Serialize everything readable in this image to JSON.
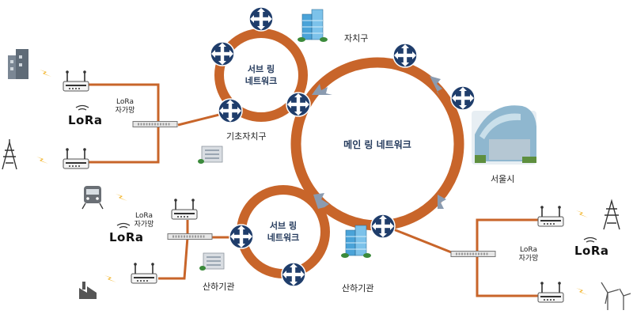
{
  "rings": {
    "main": {
      "label": "메인 링 네트워크"
    },
    "sub_top": {
      "label_line1": "서브 링",
      "label_line2": "네트워크"
    },
    "sub_bottom": {
      "label_line1": "서브 링",
      "label_line2": "네트워크"
    }
  },
  "locations": {
    "district": "자치구",
    "basic_district": "기초자치구",
    "seoul_city": "서울시",
    "affiliate_left": "산하기관",
    "affiliate_right": "산하기관"
  },
  "lora_groups": {
    "left_top": {
      "text_line1": "LoRa",
      "text_line2": "자가망",
      "logo": "LoRa"
    },
    "left_bottom": {
      "text_line1": "LoRa",
      "text_line2": "자가망",
      "logo": "LoRa"
    },
    "right": {
      "text_line1": "LoRa",
      "text_line2": "자가망",
      "logo": "LoRa"
    }
  },
  "colors": {
    "ring": "#c8652a",
    "link": "#c8652a",
    "router": "#1f3d6b",
    "arrow": "#8a9bb0",
    "lightning": "#f2b01e",
    "device": "#3c3c3c"
  },
  "icons": [
    "router-icon",
    "building-icon",
    "lora-gateway-icon",
    "switch-icon",
    "lightning-icon",
    "power-tower-icon",
    "train-icon",
    "factory-icon",
    "wind-turbine-icon",
    "city-hall-icon"
  ]
}
